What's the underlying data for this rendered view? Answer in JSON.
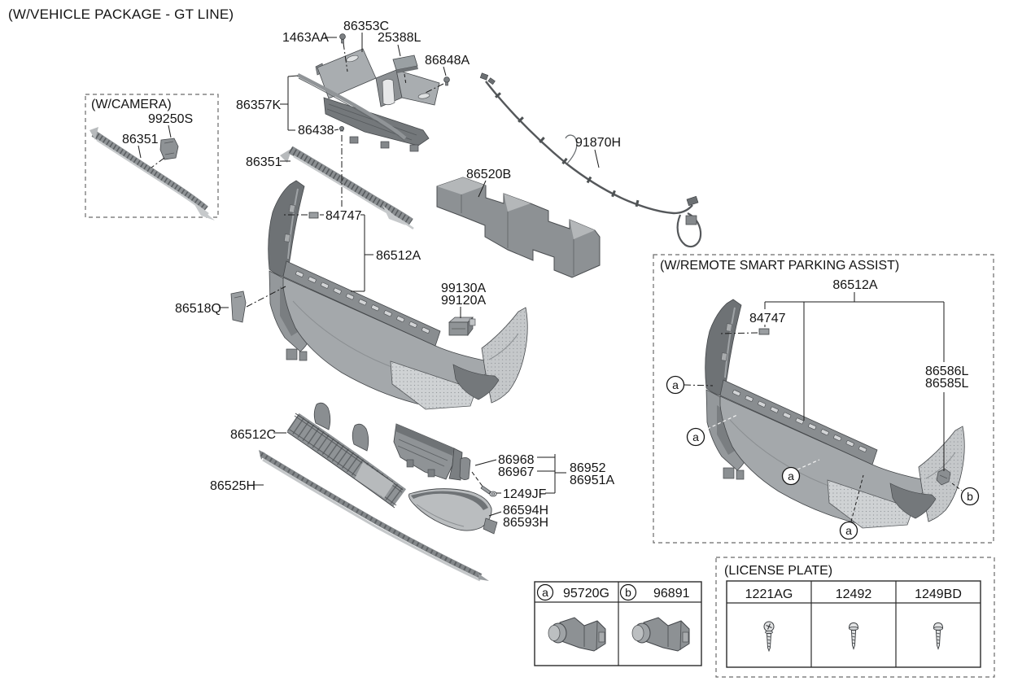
{
  "page_title": "(W/VEHICLE PACKAGE - GT LINE)",
  "colors": {
    "background": "#ffffff",
    "line": "#1a1a1a",
    "part_light": "#c9ccce",
    "part_mid": "#9a9ea1",
    "part_dark": "#74777a"
  },
  "camera_box": {
    "title": "(W/CAMERA)",
    "camera_label": "99250S",
    "trim_label": "86351"
  },
  "upper_assembly": {
    "rivet_label": "1463AA",
    "guard_label": "86353C",
    "pad_label": "25388L",
    "clip_label": "86848A",
    "duct_label": "86357K",
    "screw_label": "86438",
    "trim_label": "86351"
  },
  "harness": {
    "label": "91870H"
  },
  "absorber": {
    "label": "86520B"
  },
  "bumper": {
    "clip_label": "84747",
    "cover_label": "86512A",
    "towhook_label": "86518Q",
    "sensor_labels": [
      "99130A",
      "99120A"
    ]
  },
  "lower_assembly": {
    "grille_label": "86512C",
    "lip_label": "86525H",
    "bracket_labels": [
      "86968",
      "86967"
    ],
    "duct_labels": [
      "86952",
      "86951A"
    ],
    "screw_label": "1249JF",
    "fog_labels": [
      "86594H",
      "86593H"
    ]
  },
  "parking_box": {
    "title": "(W/REMOTE SMART PARKING ASSIST)",
    "cover_label": "86512A",
    "clip_label": "84747",
    "bracket_labels": [
      "86586L",
      "86585L"
    ],
    "marker_a": "a",
    "marker_b": "b"
  },
  "sensor_table": {
    "marker_a": "a",
    "part_a": "95720G",
    "marker_b": "b",
    "part_b": "96891"
  },
  "license_box": {
    "title": "(LICENSE PLATE)",
    "columns": [
      "1221AG",
      "12492",
      "1249BD"
    ]
  }
}
